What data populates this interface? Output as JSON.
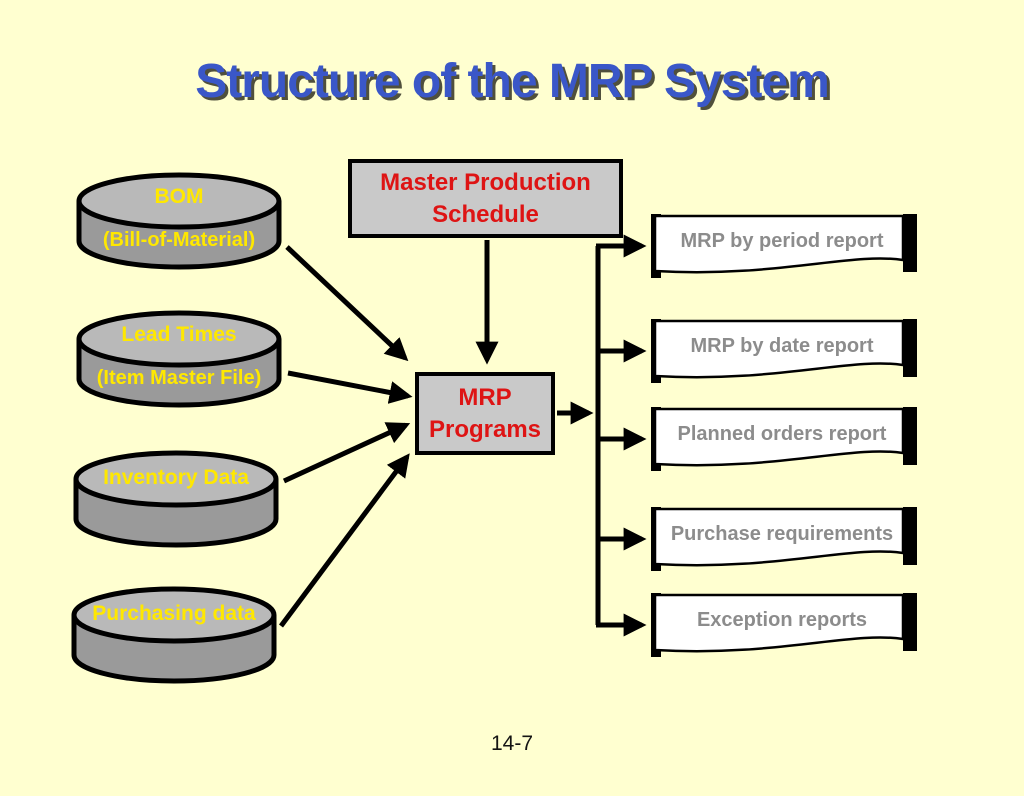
{
  "slide": {
    "title": "Structure of the MRP System",
    "page_number": "14-7"
  },
  "colors": {
    "background": "#FFFFD0",
    "title_blue": "#3A57C8",
    "title_shadow": "#50503C",
    "process_box_fill": "#C9C9C9",
    "process_text_red": "#DE1414",
    "cylinder_top_gray": "#B9B9B9",
    "cylinder_body_gray": "#9A9A9A",
    "cylinder_text_yellow": "#FFE800",
    "report_fill": "#FFFFFF",
    "report_text_gray": "#8C8C8C",
    "connector_black": "#000000"
  },
  "inputs": [
    {
      "label": "BOM",
      "sublabel": "(Bill-of-Material)"
    },
    {
      "label": "Lead Times",
      "sublabel": "(Item Master File)"
    },
    {
      "label": "Inventory Data",
      "sublabel": ""
    },
    {
      "label": "Purchasing data",
      "sublabel": ""
    }
  ],
  "process": {
    "master_schedule": {
      "line1": "Master Production",
      "line2": "Schedule"
    },
    "mrp_programs": {
      "line1": "MRP",
      "line2": "Programs"
    }
  },
  "outputs": [
    {
      "label": "MRP by period report"
    },
    {
      "label": "MRP by date report"
    },
    {
      "label": "Planned orders report"
    },
    {
      "label": "Purchase requirements"
    },
    {
      "label": "Exception reports"
    }
  ]
}
